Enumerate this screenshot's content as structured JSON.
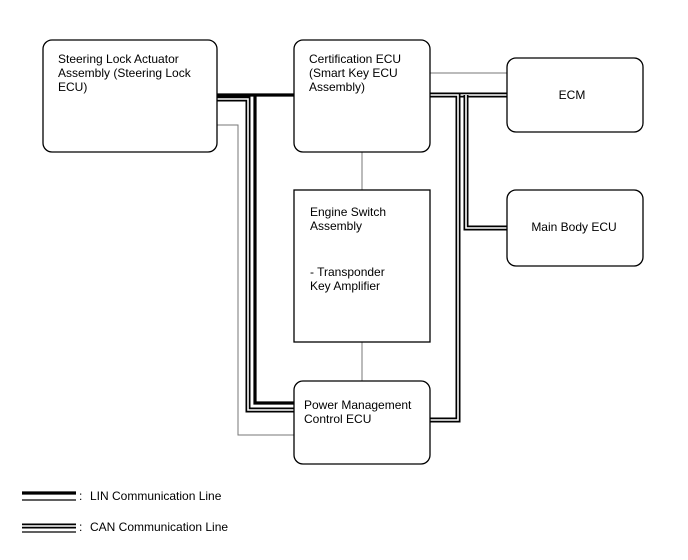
{
  "nodes": {
    "steering_lock": {
      "lines": [
        "Steering Lock Actuator",
        "Assembly (Steering Lock",
        "ECU)"
      ]
    },
    "certification": {
      "lines": [
        "Certification ECU",
        "(Smart Key ECU",
        "Assembly)"
      ]
    },
    "ecm": {
      "lines": [
        "ECM"
      ]
    },
    "engine_switch": {
      "lines": [
        "Engine Switch",
        "Assembly",
        "",
        "- Transponder",
        "Key Amplifier"
      ]
    },
    "main_body": {
      "lines": [
        "Main Body ECU"
      ]
    },
    "power_mgmt": {
      "lines": [
        "Power Management",
        "Control ECU"
      ]
    }
  },
  "legend": {
    "lin": "LIN Communication Line",
    "can": "CAN Communication Line"
  },
  "colors": {
    "line": "#000000",
    "thin_line": "#777777",
    "background": "#ffffff"
  }
}
